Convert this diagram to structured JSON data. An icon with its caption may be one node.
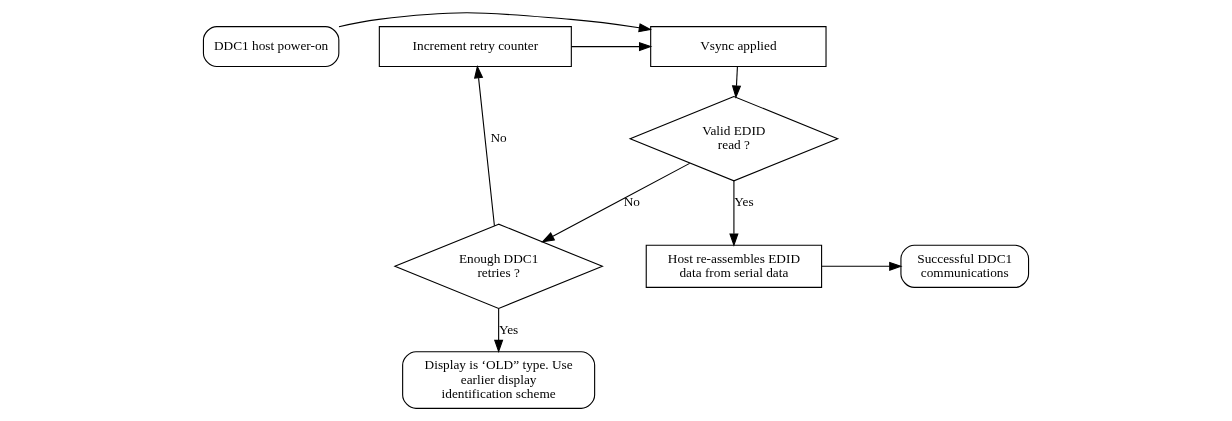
{
  "diagram": {
    "nodes": [
      {
        "text": [
          "DDC1 host power-on"
        ]
      },
      {
        "text": [
          "Vsync applied"
        ]
      },
      {
        "text": [
          "Increment retry counter"
        ]
      },
      {
        "text": [
          "Valid EDID read ?"
        ]
      },
      {
        "text": [
          "Host re-assembles EDID data from serial data"
        ]
      },
      {
        "text": [
          "Successful DDC1 communications"
        ]
      },
      {
        "text": [
          "Enough DDC1 retries ?"
        ]
      },
      {
        "text": [
          "Display is ‘OLD” type. Use earlier display identification scheme"
        ]
      }
    ],
    "edges": [
      {
        "from": 0,
        "to": 1,
        "arrow": "to"
      },
      {
        "from": 2,
        "to": 1,
        "arrow": "to"
      },
      {
        "from": 1,
        "to": 3,
        "arrow": "to"
      },
      {
        "from": 3,
        "to": 6,
        "arrow": "to",
        "label": "No"
      },
      {
        "from": 3,
        "to": 4,
        "arrow": "to",
        "label": "Yes"
      },
      {
        "from": 4,
        "to": 5,
        "arrow": "to"
      },
      {
        "from": 6,
        "to": 2,
        "arrow": "to",
        "label": "No"
      },
      {
        "from": 6,
        "to": 7,
        "arrow": "to",
        "label": "Yes"
      }
    ]
  }
}
